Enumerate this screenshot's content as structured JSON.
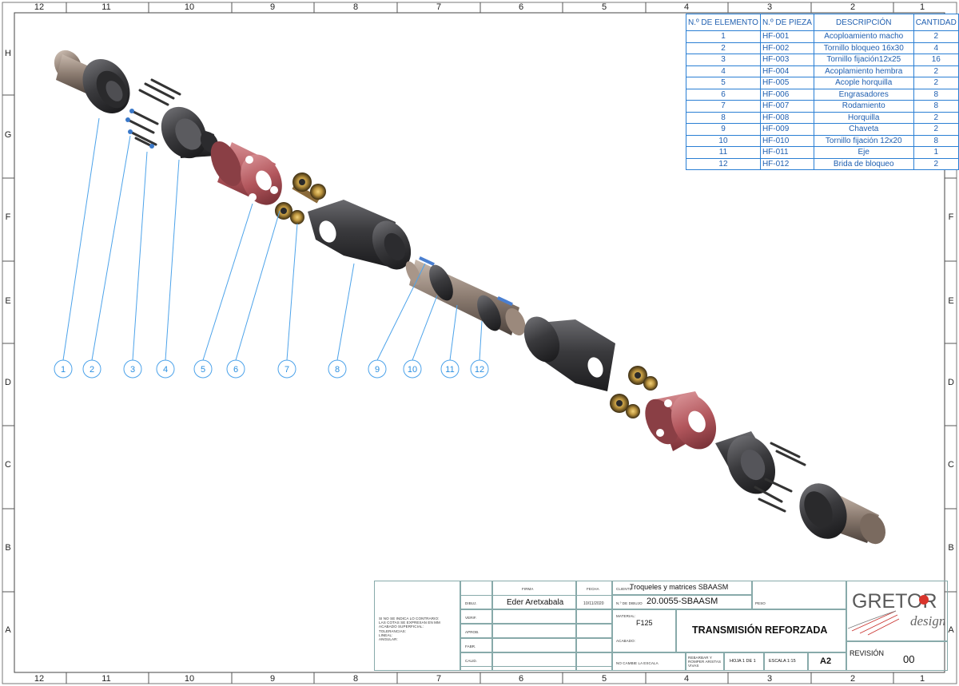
{
  "zones": {
    "columns": [
      "12",
      "11",
      "10",
      "9",
      "8",
      "7",
      "6",
      "5",
      "4",
      "3",
      "2",
      "1"
    ],
    "rows": [
      "H",
      "G",
      "F",
      "E",
      "D",
      "C",
      "B",
      "A"
    ]
  },
  "bom": {
    "headers": [
      "N.º DE ELEMENTO",
      "N.º DE PIEZA",
      "DESCRIPCIÓN",
      "CANTIDAD"
    ],
    "rows": [
      [
        "1",
        "HF-001",
        "Acoploamiento macho",
        "2"
      ],
      [
        "2",
        "HF-002",
        "Tornillo bloqueo 16x30",
        "4"
      ],
      [
        "3",
        "HF-003",
        "Tornillo fijación12x25",
        "16"
      ],
      [
        "4",
        "HF-004",
        "Acoplamiento hembra",
        "2"
      ],
      [
        "5",
        "HF-005",
        "Acople horquilla",
        "2"
      ],
      [
        "6",
        "HF-006",
        "Engrasadores",
        "8"
      ],
      [
        "7",
        "HF-007",
        "Rodamiento",
        "8"
      ],
      [
        "8",
        "HF-008",
        "Horquilla",
        "2"
      ],
      [
        "9",
        "HF-009",
        "Chaveta",
        "2"
      ],
      [
        "10",
        "HF-010",
        "Tornillo fijación 12x20",
        "8"
      ],
      [
        "11",
        "HF-011",
        "Eje",
        "1"
      ],
      [
        "12",
        "HF-012",
        "Brida de bloqueo",
        "2"
      ]
    ]
  },
  "balloons": [
    "1",
    "2",
    "3",
    "4",
    "5",
    "6",
    "7",
    "8",
    "9",
    "10",
    "11",
    "12"
  ],
  "title_block": {
    "notes": [
      "SI NO SE INDICA LO CONTRARIO:",
      "LAS COTAS SE EXPRESAN EN MM",
      "ACABADO SUPERFICIAL:",
      "TOLERANCIAS:",
      "LINEAL:",
      "ANGULAR:"
    ],
    "firma_label": "FIRMA",
    "fecha_label": "FECHA",
    "role_labels": [
      "DIBUJ.",
      "VERIF.",
      "APROB.",
      "FABR.",
      "CALID."
    ],
    "drawn_by": "Eder Aretxabala",
    "drawn_date": "10/11/2020",
    "cliente_label": "CLIENTE",
    "cliente": "Troqueles y matrices SBAASM",
    "n_dibujo_label": "N.º DE DIBUJO",
    "n_dibujo": "20.0055-SBAASM",
    "peso_label": "PESO",
    "material_label": "MATERIAL:",
    "material": "F125",
    "acabado_label": "ACABADO:",
    "title": "TRANSMISIÓN REFORZADA",
    "no_cambie": "NO CAMBIE LA ESCALA",
    "rebarbar": "REBARBAR Y ROMPER ARISTAS VIVAS",
    "hoja": "HOJA 1 DE 1",
    "escala": "ESCALA 1:15",
    "formato": "A2",
    "revision_label": "REVISIÓN",
    "revision": "00",
    "logo_main": "GRETOR",
    "logo_sub": "design"
  },
  "colors": {
    "border": "#555555",
    "balloon": "#2b8fe0",
    "bom_line": "#2a7fd4",
    "part_dark": "#3e3e40",
    "part_red": "#b05a5e",
    "shaft": "#8c7a6e"
  }
}
